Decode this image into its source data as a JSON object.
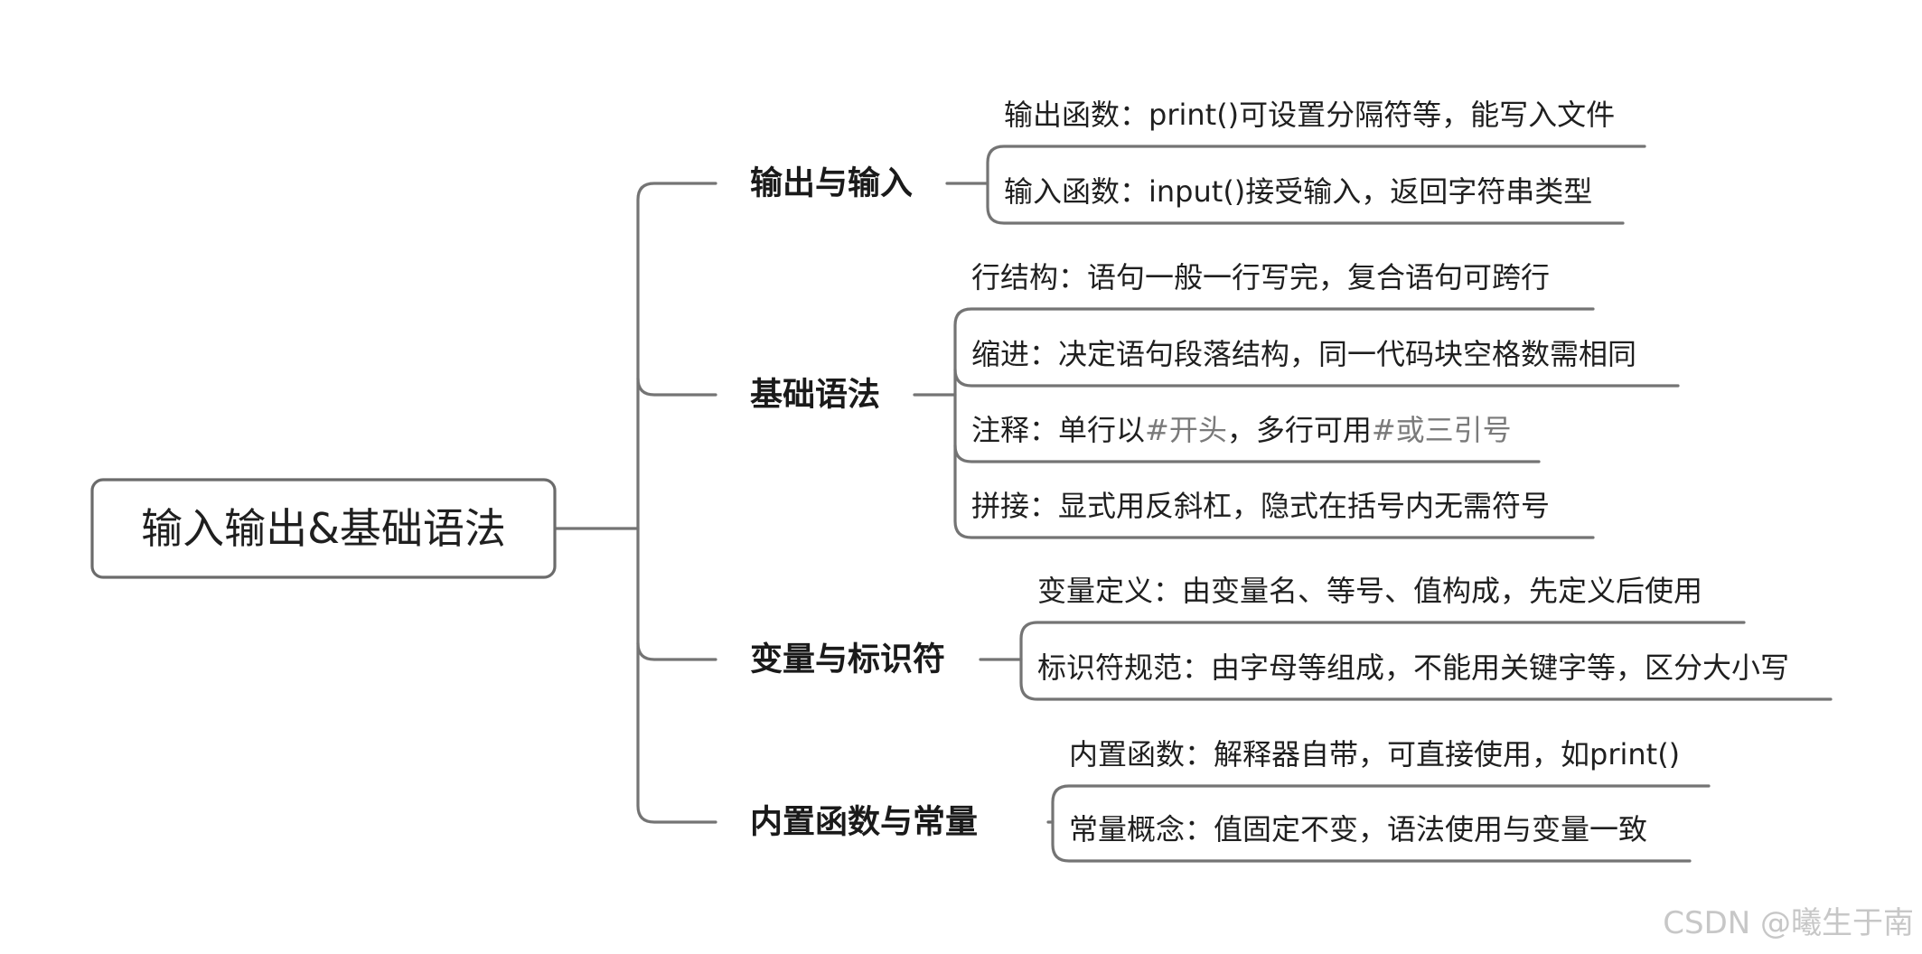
{
  "root": {
    "label": "输入输出&基础语法"
  },
  "branches": [
    {
      "label": "输出与输入",
      "leaves": [
        {
          "parts": [
            {
              "text": "输出函数：print()可设置分隔符等，能写入文件"
            }
          ]
        },
        {
          "parts": [
            {
              "text": "输入函数：input()接受输入，返回字符串类型"
            }
          ]
        }
      ]
    },
    {
      "label": "基础语法",
      "leaves": [
        {
          "parts": [
            {
              "text": "行结构：语句一般一行写完，复合语句可跨行"
            }
          ]
        },
        {
          "parts": [
            {
              "text": "缩进：决定语句段落结构，同一代码块空格数需相同"
            }
          ]
        },
        {
          "parts": [
            {
              "text": "注释：单行以"
            },
            {
              "text": "#开头",
              "muted": true
            },
            {
              "text": "，多行可用"
            },
            {
              "text": "#或三引号",
              "muted": true
            }
          ]
        },
        {
          "parts": [
            {
              "text": "拼接：显式用反斜杠，隐式在括号内无需符号"
            }
          ]
        }
      ]
    },
    {
      "label": "变量与标识符",
      "leaves": [
        {
          "parts": [
            {
              "text": "变量定义：由变量名、等号、值构成，先定义后使用"
            }
          ]
        },
        {
          "parts": [
            {
              "text": "标识符规范：由字母等组成，不能用关键字等，区分大小写"
            }
          ]
        }
      ]
    },
    {
      "label": "内置函数与常量",
      "leaves": [
        {
          "parts": [
            {
              "text": "内置函数：解释器自带，可直接使用，如print()"
            }
          ]
        },
        {
          "parts": [
            {
              "text": "常量概念：值固定不变，语法使用与变量一致"
            }
          ]
        }
      ]
    }
  ],
  "watermark": "CSDN @曦生于南",
  "colors": {
    "connector": "#747474",
    "text": "#1f1f1f",
    "muted_text": "#7a7a7a",
    "watermark": "#c7c7c7"
  }
}
